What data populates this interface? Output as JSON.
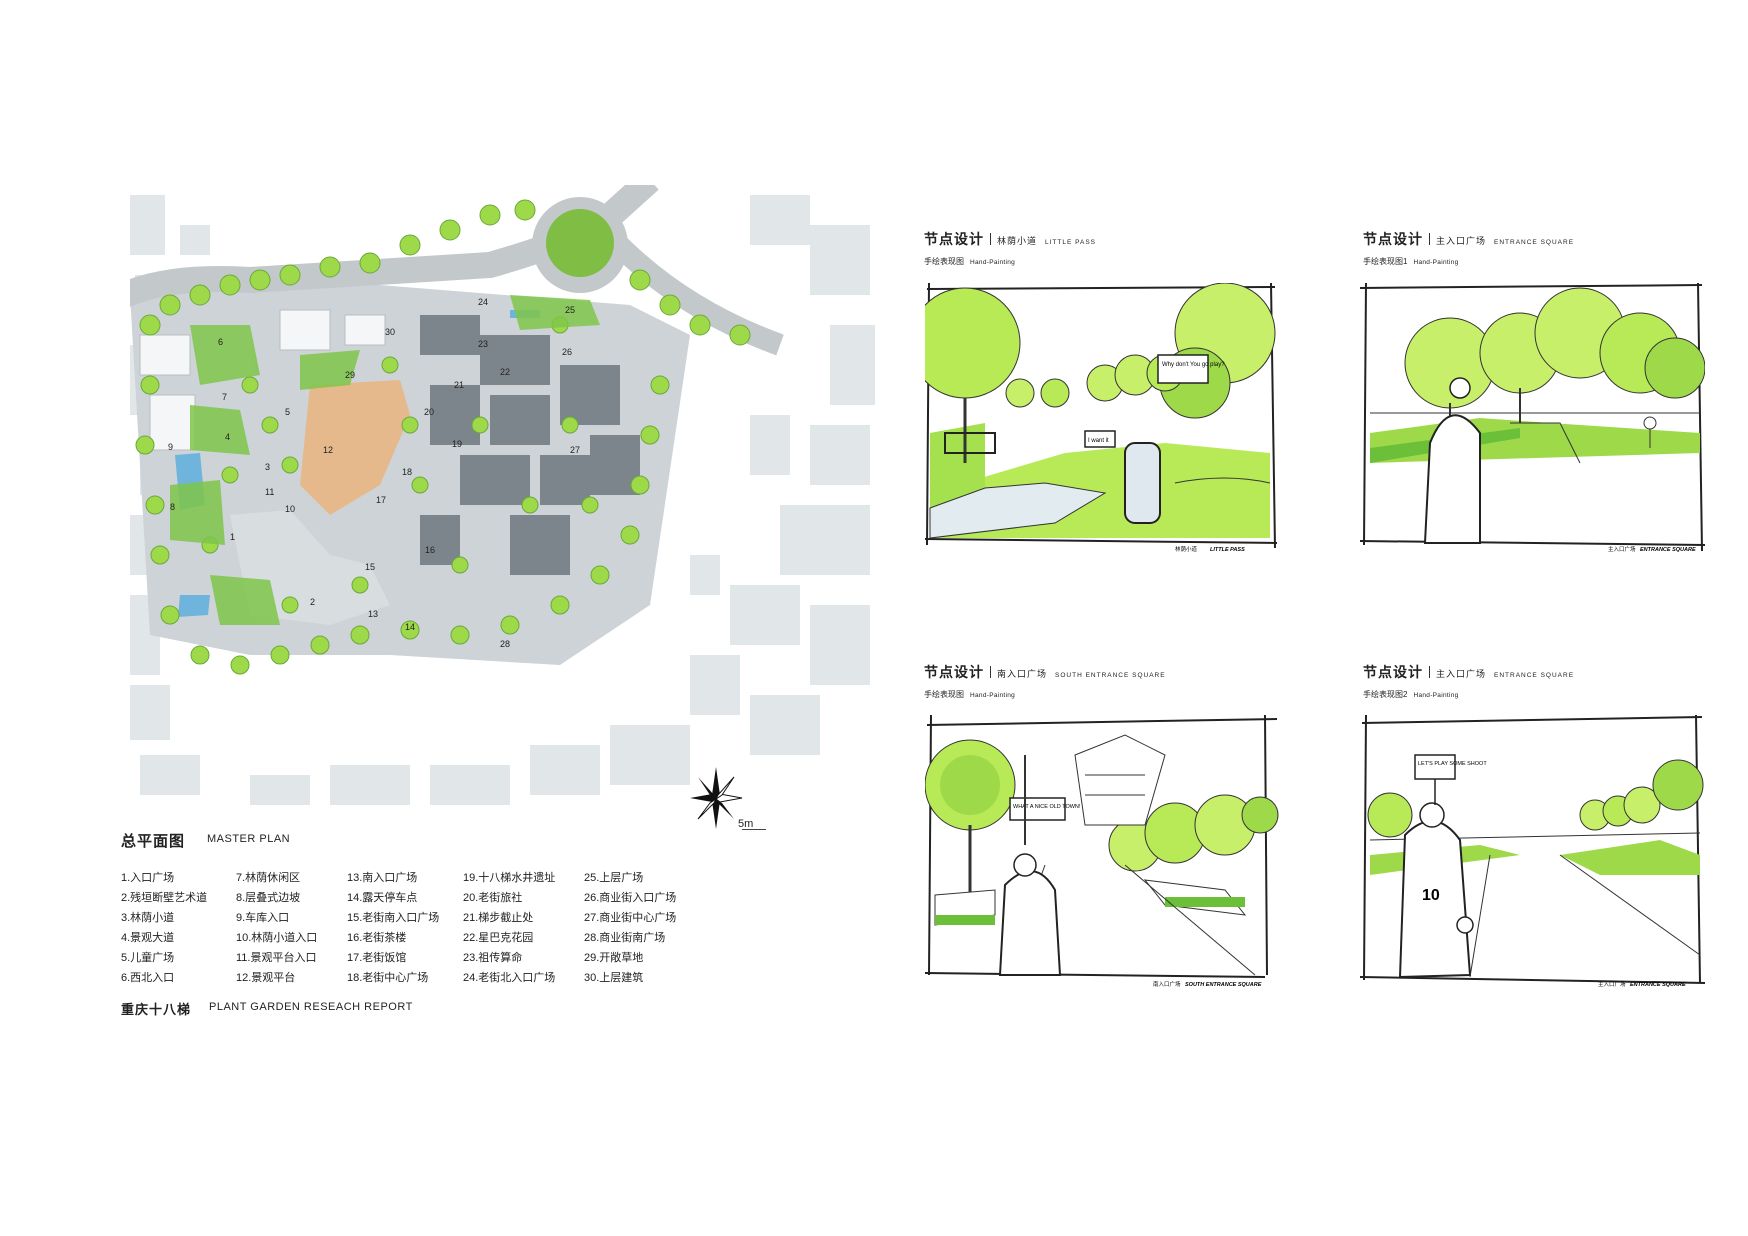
{
  "master_plan": {
    "title_cn": "总平面图",
    "title_en": "MASTER PLAN",
    "scale_label": "5m",
    "map_numbers": [
      "1",
      "2",
      "3",
      "4",
      "5",
      "6",
      "7",
      "8",
      "9",
      "10",
      "11",
      "12",
      "13",
      "14",
      "15",
      "16",
      "17",
      "18",
      "19",
      "20",
      "21",
      "22",
      "23",
      "24",
      "25",
      "26",
      "27",
      "28",
      "29",
      "30"
    ],
    "legend": [
      [
        "1.入口广场",
        "2.残垣断壁艺术道",
        "3.林荫小道",
        "4.景观大道",
        "5.儿童广场",
        "6.西北入口"
      ],
      [
        "7.林荫休闲区",
        "8.层叠式边坡",
        "9.车库入口",
        "10.林荫小道入口",
        "11.景观平台入口",
        "12.景观平台"
      ],
      [
        "13.南入口广场",
        "14.露天停车点",
        "15.老街南入口广场",
        "16.老街茶楼",
        "17.老街饭馆",
        "18.老街中心广场"
      ],
      [
        "19.十八梯水井遗址",
        "20.老街旅社",
        "21.梯步截止处",
        "22.星巴克花园",
        "23.祖传算命",
        "24.老街北入口广场"
      ],
      [
        "25.上层广场",
        "26.商业街入口广场",
        "27.商业街中心广场",
        "28.商业街南广场",
        "29.开敞草地",
        "30.上层建筑"
      ]
    ]
  },
  "project": {
    "title_cn": "重庆十八梯",
    "title_en": "PLANT GARDEN RESEACH REPORT"
  },
  "panels": [
    {
      "title": "节点设计",
      "sub_cn": "林荫小道",
      "sub_en": "LITTLE PASS",
      "caption_cn": "手绘表现图",
      "caption_en": "Hand-Painting",
      "bubble_1": "Why don't You go play?",
      "bubble_2": "I want it",
      "foot_cn": "林荫小道",
      "foot_en": "LITTLE PASS"
    },
    {
      "title": "节点设计",
      "sub_cn": "主入口广场",
      "sub_en": "ENTRANCE SQUARE",
      "caption_cn": "手绘表现图1",
      "caption_en": "Hand-Painting",
      "foot_cn": "主入口广场",
      "foot_en": "ENTRANCE SQUARE"
    },
    {
      "title": "节点设计",
      "sub_cn": "南入口广场",
      "sub_en": "SOUTH ENTRANCE SQUARE",
      "caption_cn": "手绘表现图",
      "caption_en": "Hand-Painting",
      "bubble_1": "WHAT A NICE OLD TOWN!",
      "foot_cn": "南入口广场",
      "foot_en": "SOUTH ENTRANCE SQUARE"
    },
    {
      "title": "节点设计",
      "sub_cn": "主入口广场",
      "sub_en": "ENTRANCE SQUARE",
      "caption_cn": "手绘表现图2",
      "caption_en": "Hand-Painting",
      "bubble_1": "LET'S PLAY SOME SHOOT",
      "jersey": "10",
      "foot_cn": "主入口广场",
      "foot_en": "ENTRANCE SQUARE"
    }
  ],
  "colors": {
    "green_light": "#c8ef6a",
    "green_mid": "#9ed94a",
    "green_dark": "#5fae2f",
    "building_grey": "#dfe5e7",
    "road_grey": "#c5cbcf",
    "roof_dark": "#7d858c",
    "terrace_tan": "#e5b98c",
    "water_blue": "#6fb4dc"
  }
}
